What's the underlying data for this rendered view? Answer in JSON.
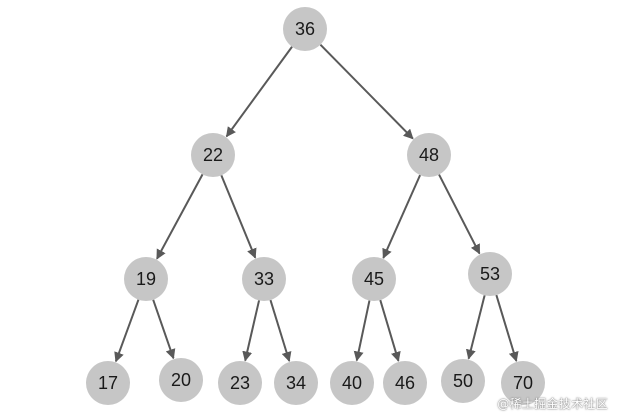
{
  "tree": {
    "root": "n36",
    "nodes": [
      {
        "id": "n36",
        "label": "36"
      },
      {
        "id": "n22",
        "label": "22"
      },
      {
        "id": "n48",
        "label": "48"
      },
      {
        "id": "n19",
        "label": "19"
      },
      {
        "id": "n33",
        "label": "33"
      },
      {
        "id": "n45",
        "label": "45"
      },
      {
        "id": "n53",
        "label": "53"
      },
      {
        "id": "n17",
        "label": "17"
      },
      {
        "id": "n20",
        "label": "20"
      },
      {
        "id": "n23",
        "label": "23"
      },
      {
        "id": "n34",
        "label": "34"
      },
      {
        "id": "n40",
        "label": "40"
      },
      {
        "id": "n46",
        "label": "46"
      },
      {
        "id": "n50",
        "label": "50"
      },
      {
        "id": "n70",
        "label": "70"
      }
    ],
    "edges": [
      {
        "from": "n36",
        "to": "n22"
      },
      {
        "from": "n36",
        "to": "n48"
      },
      {
        "from": "n22",
        "to": "n19"
      },
      {
        "from": "n22",
        "to": "n33"
      },
      {
        "from": "n48",
        "to": "n45"
      },
      {
        "from": "n48",
        "to": "n53"
      },
      {
        "from": "n19",
        "to": "n17"
      },
      {
        "from": "n19",
        "to": "n20"
      },
      {
        "from": "n33",
        "to": "n23"
      },
      {
        "from": "n33",
        "to": "n34"
      },
      {
        "from": "n45",
        "to": "n40"
      },
      {
        "from": "n45",
        "to": "n46"
      },
      {
        "from": "n53",
        "to": "n50"
      },
      {
        "from": "n53",
        "to": "n70"
      }
    ]
  },
  "colors": {
    "node_fill": "#c6c6c6",
    "edge": "#595959",
    "label": "#1a1a1a"
  },
  "watermark": {
    "text": "@稀土掘金技术社区"
  }
}
